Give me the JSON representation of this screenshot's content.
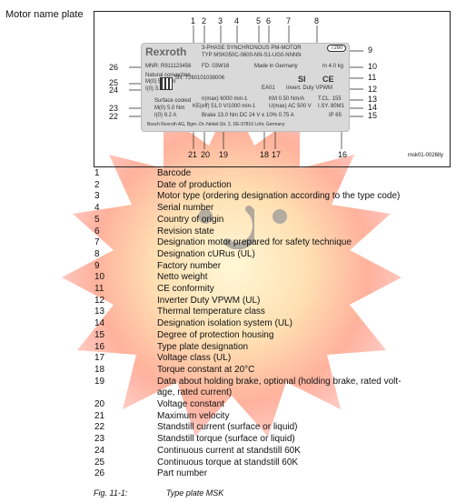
{
  "section_title": "Motor name plate",
  "plate": {
    "logo": "Rexroth",
    "line1": "3-PHASE SYNCHRONOUS PM-MOTOR",
    "line2": "TYP  MSK050C-0600-NN-S1-UG0-NNNN",
    "mnr": "MNR: R911123456",
    "date": "FD: 03W16",
    "made": "Made in Germany",
    "mass": "m 4.0 kg",
    "natural": "Natural convection",
    "m0": "M(0) 5.0 Nm",
    "i0": "I(0) 3.2 A",
    "sn": "SN: 7260101038006",
    "ea": "EA01",
    "inverter": "Invert. Duty VPWM",
    "surface": "Surface cooled",
    "m0b": "M(0) 5.0 Nm",
    "i0b": "I(0) 9.2 A",
    "nmax": "n(max) 6000 min-1",
    "ke": "KE(eff) 51.0 V/1000 min-1",
    "km": "KM 0.50 Nm/A",
    "umax": "U(max) AC 500 V",
    "brake": "Brake 13.0 Nm DC 24 V ± 10% 0.75 A",
    "tcl": "T.CL. 155",
    "isy": "I.SY. 80M1",
    "ip": "IP 65",
    "footer": "Bosch Rexroth AG, Bgm.-Dr.-Nebel-Str. 2, DE-97816 Lohr, Germany",
    "box": "7260"
  },
  "callouts_top": [
    "1",
    "2",
    "3",
    "4",
    "5",
    "6",
    "7",
    "8",
    "9"
  ],
  "callouts_left": [
    "26",
    "25",
    "24",
    "23",
    "22"
  ],
  "callouts_right": [
    "10",
    "11",
    "12",
    "13",
    "14",
    "15"
  ],
  "callouts_bottom": [
    "21",
    "20",
    "19",
    "18",
    "17",
    "16"
  ],
  "figure_ref": "msk01-0026lty",
  "items": [
    {
      "n": "1",
      "t": "Barcode"
    },
    {
      "n": "2",
      "t": "Date of production"
    },
    {
      "n": "3",
      "t": "Motor type (ordering designation according to the type code)"
    },
    {
      "n": "4",
      "t": "Serial number"
    },
    {
      "n": "5",
      "t": "Country of origin"
    },
    {
      "n": "6",
      "t": "Revision state"
    },
    {
      "n": "7",
      "t": "Designation motor prepared for safety technique"
    },
    {
      "n": "8",
      "t": "Designation cURus (UL)"
    },
    {
      "n": "9",
      "t": "Factory number"
    },
    {
      "n": "10",
      "t": "Netto weight"
    },
    {
      "n": "11",
      "t": "CE conformity"
    },
    {
      "n": "12",
      "t": "Inverter Duty VPWM (UL)"
    },
    {
      "n": "13",
      "t": "Thermal temperature class"
    },
    {
      "n": "14",
      "t": "Designation isolation system (UL)"
    },
    {
      "n": "15",
      "t": "Degree of protection housing"
    },
    {
      "n": "16",
      "t": "Type plate designation"
    },
    {
      "n": "17",
      "t": "Voltage class (UL)"
    },
    {
      "n": "18",
      "t": "Torque constant at 20°C"
    },
    {
      "n": "19",
      "t": "Data about holding brake, optional (holding brake, rated volt-"
    },
    {
      "n": "",
      "t": "age, rated current)"
    },
    {
      "n": "20",
      "t": "Voltage constant"
    },
    {
      "n": "21",
      "t": "Maximum velocity"
    },
    {
      "n": "22",
      "t": "Standstill current (surface or liquid)"
    },
    {
      "n": "23",
      "t": "Standstill torque (surface or liquid)"
    },
    {
      "n": "24",
      "t": "Continuous current at standstill 60K"
    },
    {
      "n": "25",
      "t": "Continuous torque at standstill 60K"
    },
    {
      "n": "26",
      "t": "Part number"
    }
  ],
  "caption_label": "Fig. 11-1:",
  "caption_text": "Type plate MSK"
}
